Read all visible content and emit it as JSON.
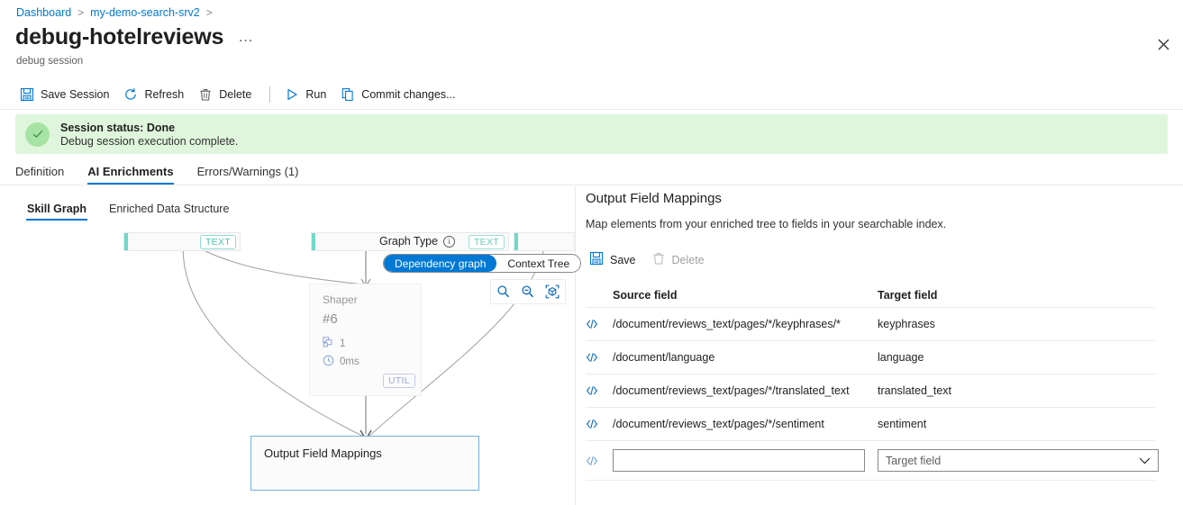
{
  "breadcrumb": {
    "items": [
      {
        "label": "Dashboard"
      },
      {
        "label": "my-demo-search-srv2"
      }
    ],
    "separator": ">"
  },
  "header": {
    "title": "debug-hotelreviews",
    "subtitle": "debug session",
    "more_label": "…",
    "close_label": "✕"
  },
  "command_bar": {
    "items": [
      {
        "label": "Save Session",
        "icon": "save-icon"
      },
      {
        "label": "Refresh",
        "icon": "refresh-icon"
      },
      {
        "label": "Delete",
        "icon": "trash-icon"
      },
      {
        "label": "Run",
        "icon": "play-icon"
      },
      {
        "label": "Commit changes...",
        "icon": "copy-icon"
      }
    ]
  },
  "banner": {
    "icon": "check-circle-icon",
    "title": "Session status: Done",
    "message": "Debug session execution complete.",
    "background": "#dff6dd"
  },
  "tabs": [
    {
      "label": "Definition",
      "active": false
    },
    {
      "label": "AI Enrichments",
      "active": true
    },
    {
      "label": "Errors/Warnings (1)",
      "active": false
    }
  ],
  "subtabs": [
    {
      "label": "Skill Graph",
      "active": true
    },
    {
      "label": "Enriched Data Structure",
      "active": false
    }
  ],
  "graph": {
    "type_label": "Graph Type",
    "info_glyph": "i",
    "options": [
      {
        "label": "Dependency graph",
        "selected": true
      },
      {
        "label": "Context Tree",
        "selected": false
      }
    ],
    "zoom_tools": [
      {
        "name": "zoom-in-icon"
      },
      {
        "name": "zoom-out-icon"
      },
      {
        "name": "fit-to-view-icon"
      }
    ],
    "nodes": [
      {
        "name": "text-node-left",
        "badge": "TEXT"
      },
      {
        "name": "text-node-right",
        "badge": "TEXT"
      },
      {
        "name": "shaper-node",
        "title": "Shaper",
        "number": "#6",
        "count": "1",
        "duration": "0ms",
        "badge": "UTIL"
      },
      {
        "name": "output-field-mappings-node",
        "title": "Output Field Mappings",
        "selected": true
      }
    ]
  },
  "details": {
    "title": "Output Field Mappings",
    "description": "Map elements from your enriched tree to fields in your searchable index.",
    "actions": [
      {
        "label": "Save",
        "icon": "save-icon",
        "disabled": false
      },
      {
        "label": "Delete",
        "icon": "trash-icon",
        "disabled": true
      }
    ],
    "table": {
      "columns": [
        "Source field",
        "Target field"
      ],
      "rows": [
        {
          "icon": "code-icon",
          "source": "/document/reviews_text/pages/*/keyphrases/*",
          "target": "keyphrases"
        },
        {
          "icon": "code-icon",
          "source": "/document/language",
          "target": "language"
        },
        {
          "icon": "code-icon",
          "source": "/document/reviews_text/pages/*/translated_text",
          "target": "translated_text"
        },
        {
          "icon": "code-icon",
          "source": "/document/reviews_text/pages/*/sentiment",
          "target": "sentiment"
        }
      ],
      "new_row": {
        "icon": "code-icon",
        "source_value": "",
        "source_placeholder": "",
        "target_placeholder": "Target field",
        "chevron": "chevron-down-icon"
      }
    }
  },
  "colors": {
    "accent": "#0078d4",
    "success_bg": "#dff6dd",
    "link": "#0078d4",
    "text_badge": "#4cc2b0",
    "util_badge": "#9aa8d8"
  }
}
